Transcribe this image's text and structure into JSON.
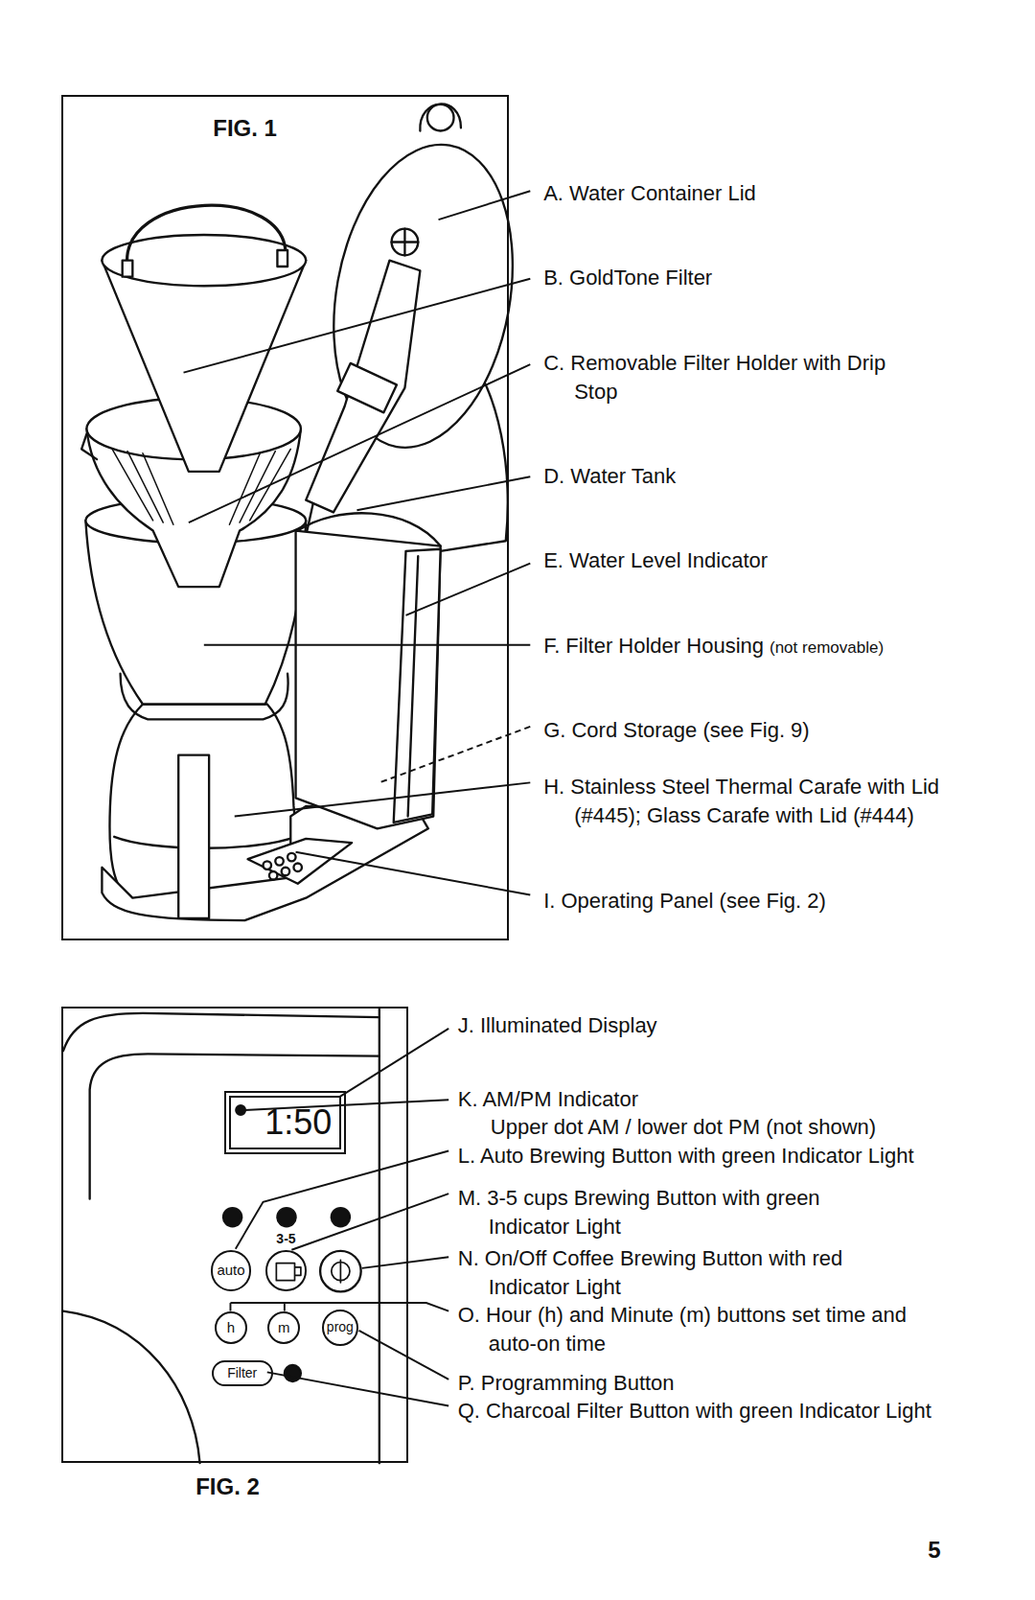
{
  "diagram": {
    "nodes": [
      {
        "text": [
          "FIG. 1"
        ]
      },
      {
        "text": [
          "FIG. 2"
        ]
      },
      {
        "text": [
          "1:50"
        ],
        "in": 1
      },
      {
        "text": [
          "auto"
        ],
        "in": 1
      },
      {
        "text": [
          "3-5"
        ],
        "in": 1
      },
      {
        "text": [
          "h"
        ],
        "in": 1
      },
      {
        "text": [
          "m"
        ],
        "in": 1
      },
      {
        "text": [
          "prog"
        ],
        "in": 1
      },
      {
        "text": [
          "Filter"
        ],
        "in": 1
      }
    ],
    "labels": [
      "A. Water Container Lid",
      "B. GoldTone Filter",
      "C. Removable Filter Holder with Drip Stop",
      "D. Water Tank",
      "E. Water Level Indicator",
      "F. Filter Holder Housing",
      "(not removable)",
      "G. Cord Storage (see Fig. 9)",
      "H. Stainless Steel Thermal Carafe with Lid (#445); Glass Carafe with Lid (#444)",
      "I. Operating Panel (see Fig. 2)",
      "J. Illuminated Display",
      "K. AM/PM Indicator",
      "Upper dot AM / lower dot PM (not shown)",
      "L. Auto Brewing Button with green Indicator Light",
      "M. 3-5 cups Brewing Button with green Indicator Light",
      "N. On/Off Coffee Brewing Button with red Indicator Light",
      "O. Hour (h) and Minute (m) buttons set time and auto-on time",
      "P. Programming Button",
      "Q. Charcoal Filter Button with green Indicator Light",
      "5"
    ]
  }
}
